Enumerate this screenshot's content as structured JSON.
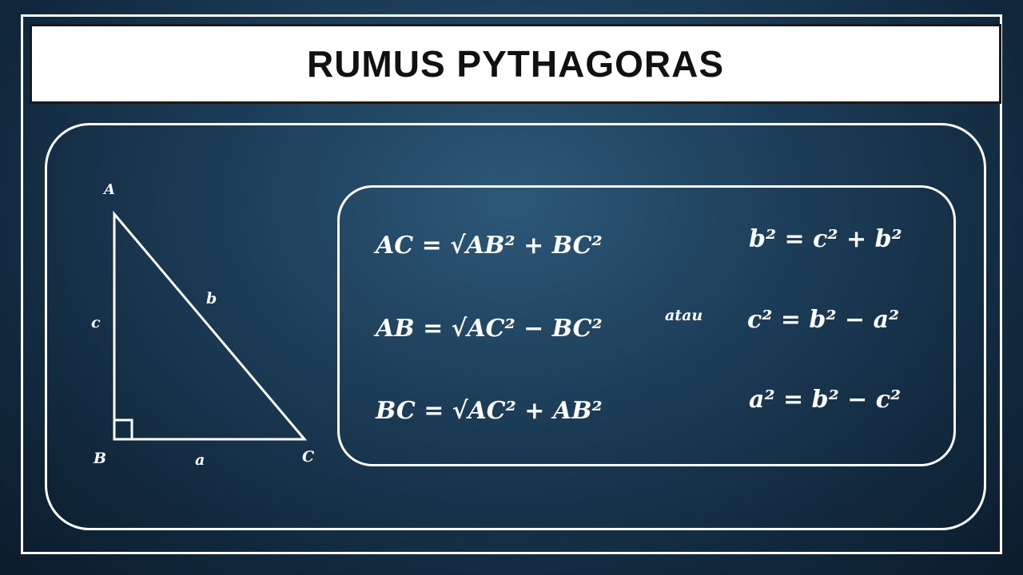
{
  "title": "RUMUS PYTHAGORAS",
  "triangle": {
    "vertex_a": "A",
    "vertex_b": "B",
    "vertex_c": "C",
    "side_a": "a",
    "side_b": "b",
    "side_c": "c"
  },
  "sqrt_formulas": [
    "AC = √AB² + BC²",
    "AB = √AC² − BC²",
    "BC = √AC² + AB²"
  ],
  "connector": "atau",
  "squared_formulas": [
    "b² = c² + b²",
    "c² = b² − a²",
    "a² = b² − c²"
  ]
}
